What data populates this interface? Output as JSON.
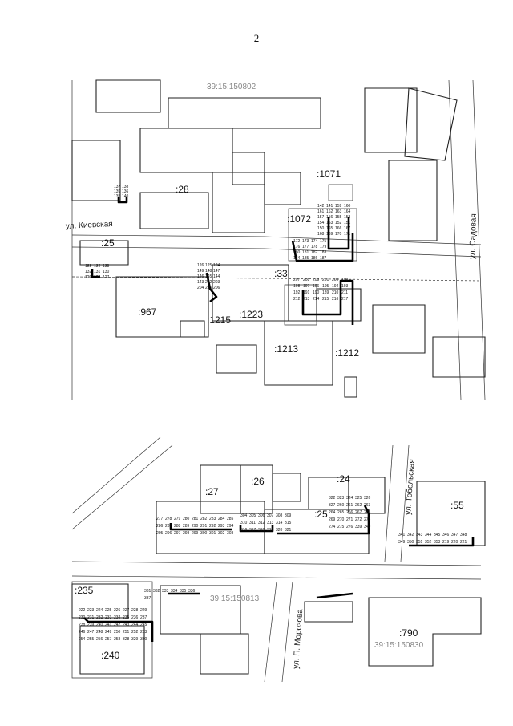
{
  "page_number": "2",
  "map_top": {
    "quarter": "39:15:150802",
    "streets": {
      "kievskaya": "ул. Киевская",
      "sadovaya": "ул. Садовая"
    },
    "parcels": [
      ":28",
      ":25",
      ":1071",
      ":1072",
      ":33",
      ":1223",
      ":967",
      ":1215",
      ":1213",
      ":1212"
    ],
    "points": [
      "137",
      "138",
      "139",
      "136",
      "135",
      "140",
      "142",
      "141",
      "159",
      "160",
      "161",
      "162",
      "163",
      "164",
      "157",
      "156",
      "155",
      "158",
      "154",
      "153",
      "152",
      "151",
      "150",
      "165",
      "166",
      "167",
      "168",
      "169",
      "170",
      "171",
      "172",
      "173",
      "174",
      "175",
      "176",
      "177",
      "178",
      "179",
      "180",
      "181",
      "182",
      "183",
      "184",
      "185",
      "186",
      "187",
      "188",
      "134",
      "133",
      "132",
      "131",
      "130",
      "129",
      "128",
      "127",
      "126",
      "125",
      "124",
      "149",
      "148",
      "147",
      "146",
      "145",
      "144",
      "143",
      "202",
      "203",
      "204",
      "205",
      "206",
      "207",
      "208",
      "209",
      "201",
      "200",
      "199",
      "198",
      "197",
      "196",
      "195",
      "194",
      "193",
      "192",
      "191",
      "190",
      "189",
      "210",
      "211",
      "212",
      "213",
      "214",
      "215",
      "216",
      "217"
    ]
  },
  "map_bottom": {
    "quarters": [
      "39:15:150813",
      "39:15:150830"
    ],
    "streets": {
      "tobolskaya": "ул. Тобольская",
      "morozova": "ул. П. Морозова"
    },
    "parcels": [
      ":27",
      ":26",
      ":24",
      ":25",
      ":55",
      ":235",
      ":240",
      ":790"
    ],
    "points": [
      "277",
      "278",
      "279",
      "280",
      "281",
      "282",
      "283",
      "284",
      "285",
      "286",
      "287",
      "288",
      "289",
      "290",
      "291",
      "292",
      "293",
      "294",
      "295",
      "296",
      "297",
      "298",
      "299",
      "300",
      "301",
      "302",
      "303",
      "304",
      "305",
      "306",
      "307",
      "308",
      "309",
      "310",
      "311",
      "312",
      "313",
      "314",
      "315",
      "316",
      "317",
      "318",
      "319",
      "320",
      "321",
      "322",
      "323",
      "324",
      "325",
      "326",
      "327",
      "260",
      "261",
      "262",
      "263",
      "264",
      "265",
      "266",
      "267",
      "268",
      "269",
      "270",
      "271",
      "272",
      "273",
      "274",
      "275",
      "276",
      "339",
      "340",
      "341",
      "342",
      "343",
      "344",
      "345",
      "346",
      "347",
      "348",
      "349",
      "350",
      "351",
      "352",
      "353",
      "219",
      "220",
      "221",
      "222",
      "223",
      "224",
      "225",
      "226",
      "227",
      "228",
      "229",
      "230",
      "231",
      "232",
      "233",
      "234",
      "235",
      "236",
      "237",
      "238",
      "239",
      "240",
      "241",
      "242",
      "243",
      "244",
      "245",
      "246",
      "247",
      "248",
      "249",
      "250",
      "251",
      "252",
      "253",
      "254",
      "255",
      "256",
      "257",
      "258",
      "328",
      "329",
      "330",
      "331",
      "332",
      "333",
      "334",
      "335",
      "336",
      "337"
    ]
  }
}
